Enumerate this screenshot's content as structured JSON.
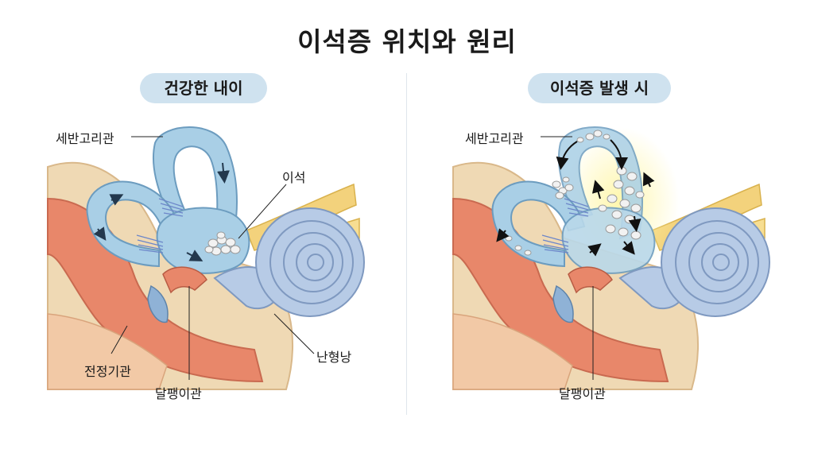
{
  "title": "이석증 위치와 원리",
  "panels": [
    {
      "heading": "건강한 내이",
      "labels": {
        "semicircular_canal": "세반고리관",
        "otolith": "이석",
        "utricle": "난형낭",
        "vestibule": "전정기관",
        "cochlea": "달팽이관"
      }
    },
    {
      "heading": "이석증 발생 시",
      "labels": {
        "semicircular_canal": "세반고리관",
        "cochlea": "달팽이관"
      }
    }
  ],
  "colors": {
    "canal_fill": "#a9cfe6",
    "canal_stroke": "#6c9cbf",
    "cochlea_fill": "#b7cbe6",
    "bone": "#efd9b4",
    "tissue": "#e8876a",
    "nerve": "#f3d27c",
    "glow": "#fff3a0",
    "otolith": "#f2f2f2"
  },
  "icons": [
    "arrow-icon",
    "crystal-icon"
  ]
}
